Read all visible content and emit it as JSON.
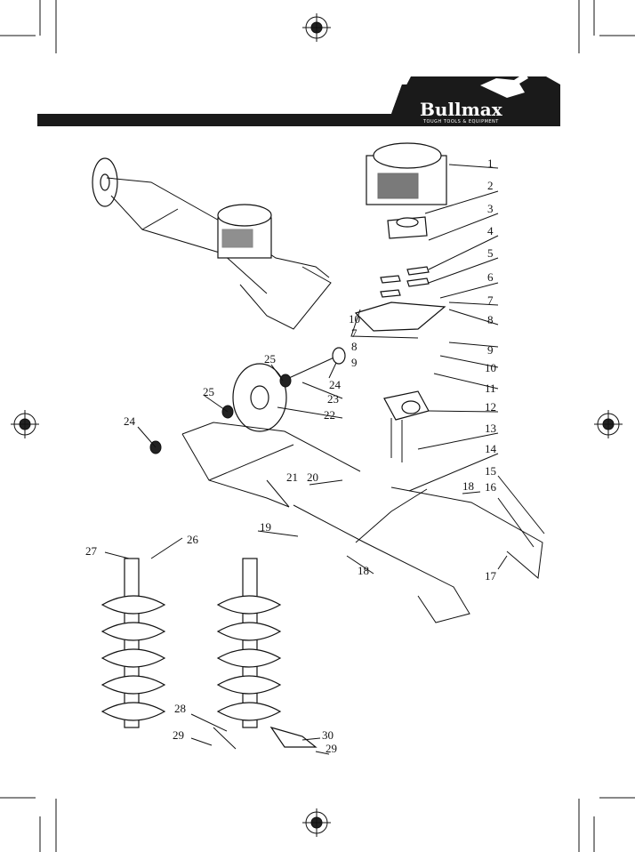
{
  "header": {
    "brand_name": "Bullmax",
    "brand_tagline": "TOUGH TOOLS & EQUIPMENT",
    "bar_color": "#1a1a1a"
  },
  "callouts": [
    "1",
    "2",
    "3",
    "4",
    "5",
    "6",
    "7",
    "8",
    "9",
    "10",
    "11",
    "12",
    "13",
    "14",
    "15",
    "16",
    "17",
    "18",
    "19",
    "20",
    "21",
    "22",
    "23",
    "24",
    "25",
    "26",
    "27",
    "28",
    "29",
    "30"
  ],
  "icons": [
    "registration-mark-icon",
    "bull-logo-icon"
  ]
}
